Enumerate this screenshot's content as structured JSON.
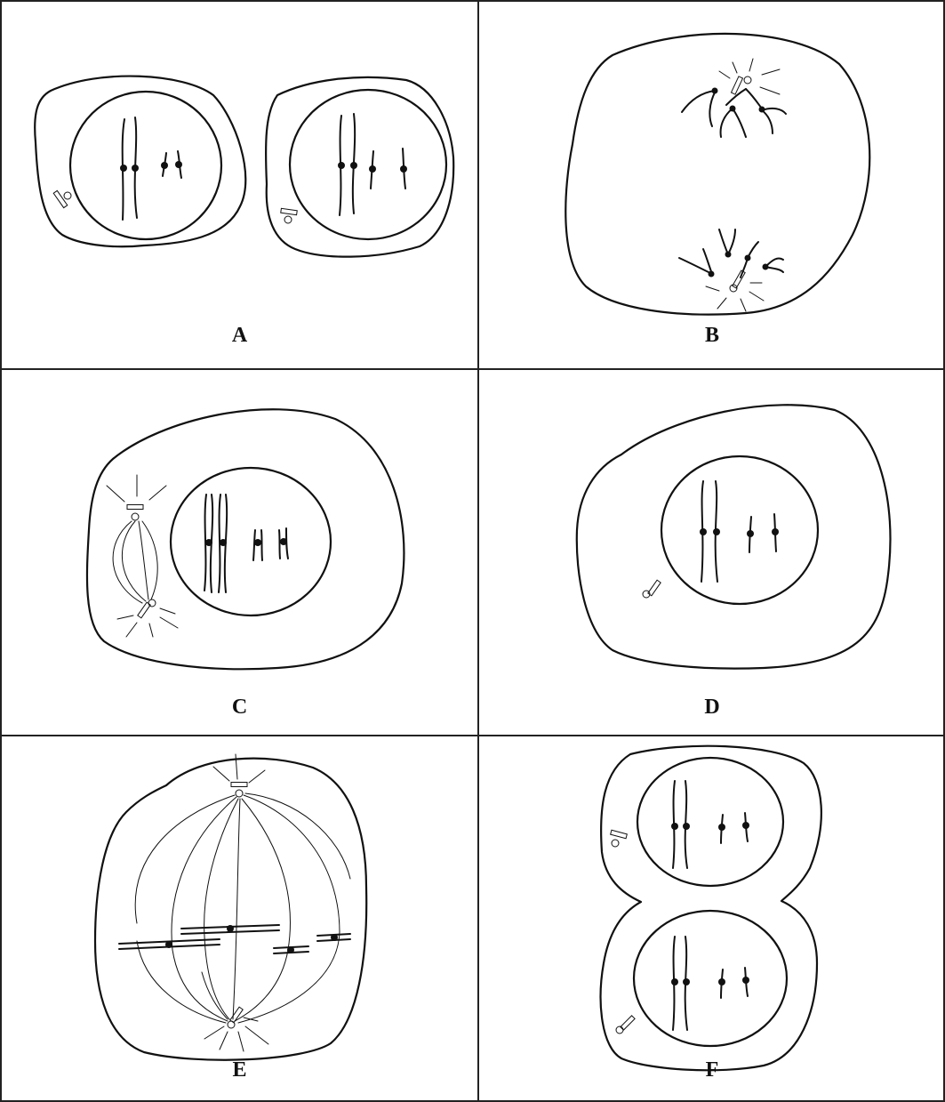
{
  "panels": [
    {
      "id": "A",
      "label": "A"
    },
    {
      "id": "B",
      "label": "B"
    },
    {
      "id": "C",
      "label": "C"
    },
    {
      "id": "D",
      "label": "D"
    },
    {
      "id": "E",
      "label": "E"
    },
    {
      "id": "F",
      "label": "F"
    }
  ],
  "colors": {
    "line": "#111111",
    "background": "#ffffff",
    "grid": "#222222"
  }
}
